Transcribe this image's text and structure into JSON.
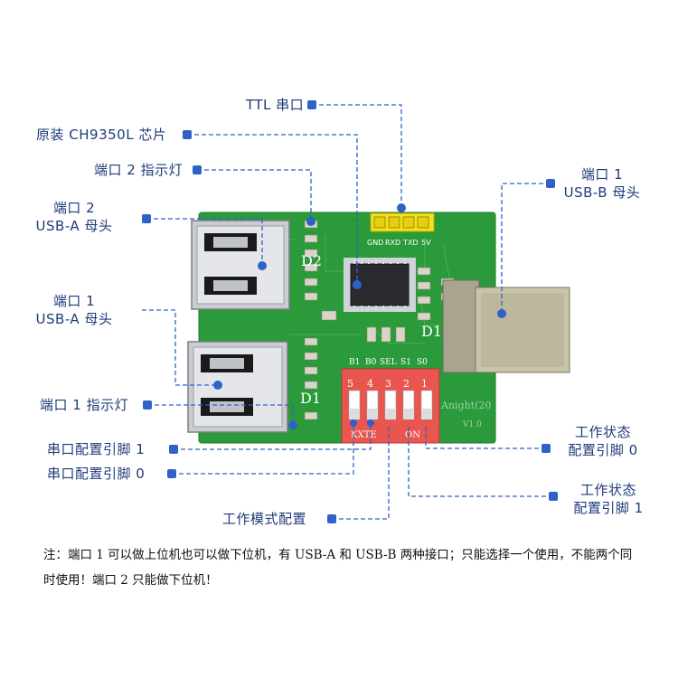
{
  "callouts": {
    "ttl_port": "TTL 串口",
    "chip": "原装 CH9350L 芯片",
    "port2_led": "端口 2 指示灯",
    "port2_usba_line1": "端口 2",
    "port2_usba_line2": "USB-A 母头",
    "port1_usba_line1": "端口 1",
    "port1_usba_line2": "USB-A 母头",
    "port1_led": "端口 1 指示灯",
    "serial_cfg1": "串口配置引脚 1",
    "serial_cfg0": "串口配置引脚 0",
    "work_mode": "工作模式配置",
    "port1_usbb_line1": "端口 1",
    "port1_usbb_line2": "USB-B 母头",
    "state_cfg0_line1": "工作状态",
    "state_cfg0_line2": "配置引脚 0",
    "state_cfg1_line1": "工作状态",
    "state_cfg1_line2": "配置引脚 1"
  },
  "board": {
    "header_pins": [
      "GND",
      "RXD",
      "TXD",
      "5V"
    ],
    "silk_d2": "D2",
    "silk_d1_left": "D1",
    "silk_d1_right": "D1",
    "dip_labels": [
      "B1",
      "B0",
      "SEL",
      "S1",
      "S0"
    ],
    "dip_numbers": [
      "5",
      "4",
      "3",
      "2",
      "1"
    ],
    "dip_bottom_left": "KXTE",
    "dip_bottom_right": "ON",
    "silk_brand": "Anight(20",
    "silk_version": "V1.0",
    "pcb_color": "#2a9a3a",
    "dip_color": "#e8564f",
    "header_color": "#f4e21a",
    "callout_color": "#2f62c8"
  },
  "note": "注：端口 1 可以做上位机也可以做下位机，有 USB-A 和 USB-B 两种接口；只能选择一个使用，不能两个同时使用！端口 2 只能做下位机！"
}
